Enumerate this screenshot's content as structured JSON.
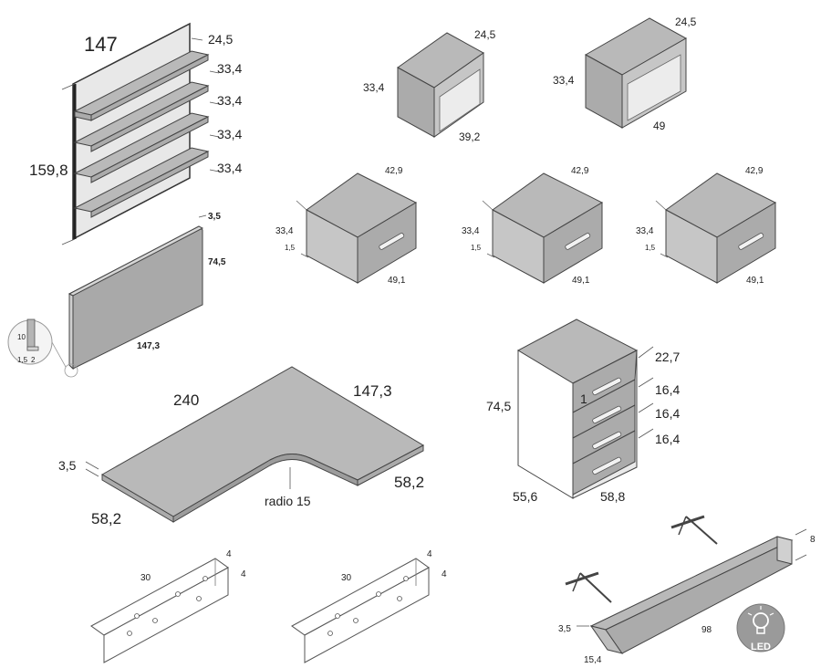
{
  "shelf_unit": {
    "width": "147",
    "height": "159,8",
    "depth": "24,5",
    "gaps": [
      "33,4",
      "33,4",
      "33,4",
      "33,4"
    ]
  },
  "back_panel": {
    "thickness": "3,5",
    "height": "74,5",
    "width": "147,3",
    "detail_a": "10",
    "detail_b": "1,5",
    "detail_c": "2"
  },
  "box_small": {
    "depth": "24,5",
    "height": "33,4",
    "width": "39,2"
  },
  "box_large": {
    "depth": "24,5",
    "height": "33,4",
    "width": "49"
  },
  "drawer_units": [
    {
      "depth": "42,9",
      "height": "33,4",
      "foot": "1,5",
      "width": "49,1"
    },
    {
      "depth": "42,9",
      "height": "33,4",
      "foot": "1,5",
      "width": "49,1"
    },
    {
      "depth": "42,9",
      "height": "33,4",
      "foot": "1,5",
      "width": "49,1"
    }
  ],
  "corner_desk": {
    "length_long": "240",
    "length_short": "147,3",
    "thickness": "3,5",
    "depth_left": "58,2",
    "depth_right": "58,2",
    "radius": "radio 15"
  },
  "chest": {
    "height": "74,5",
    "top_drawer": "22,7",
    "drawer_2": "16,4",
    "drawer_3": "16,4",
    "drawer_4": "16,4",
    "depth": "55,6",
    "width": "58,8",
    "drawer_no": "1"
  },
  "brackets": [
    {
      "length": "30",
      "side_a": "4",
      "side_b": "4"
    },
    {
      "length": "30",
      "side_a": "4",
      "side_b": "4"
    }
  ],
  "led_shelf": {
    "height": "8",
    "thickness": "3,5",
    "length": "98",
    "depth": "15,4",
    "badge": "LED"
  }
}
